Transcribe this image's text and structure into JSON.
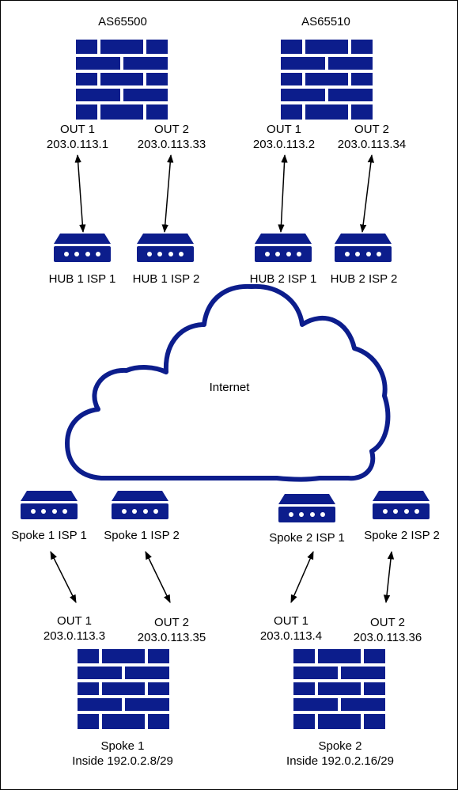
{
  "hub1": {
    "asn": "AS65500",
    "out1": {
      "name": "OUT 1",
      "ip": "203.0.113.1"
    },
    "out2": {
      "name": "OUT 2",
      "ip": "203.0.113.33"
    },
    "isp1": "HUB 1 ISP 1",
    "isp2": "HUB 1 ISP 2"
  },
  "hub2": {
    "asn": "AS65510",
    "out1": {
      "name": "OUT 1",
      "ip": "203.0.113.2"
    },
    "out2": {
      "name": "OUT 2",
      "ip": "203.0.113.34"
    },
    "isp1": "HUB 2 ISP 1",
    "isp2": "HUB 2 ISP 2"
  },
  "internet": {
    "label": "Internet"
  },
  "spoke1": {
    "isp1": "Spoke 1 ISP 1",
    "isp2": "Spoke 1 ISP 2",
    "out1": {
      "name": "OUT 1",
      "ip": "203.0.113.3"
    },
    "out2": {
      "name": "OUT 2",
      "ip": "203.0.113.35"
    },
    "name": "Spoke 1",
    "inside": "Inside 192.0.2.8/29"
  },
  "spoke2": {
    "isp1": "Spoke 2 ISP 1",
    "isp2": "Spoke 2 ISP 2",
    "out1": {
      "name": "OUT 1",
      "ip": "203.0.113.4"
    },
    "out2": {
      "name": "OUT 2",
      "ip": "203.0.113.36"
    },
    "name": "Spoke 2",
    "inside": "Inside 192.0.2.16/29"
  },
  "colors": {
    "device": "#0c1d8c",
    "line": "#000000",
    "background": "#ffffff"
  },
  "icons": {
    "firewall": "firewall-icon",
    "router": "router-icon",
    "cloud": "cloud-icon"
  }
}
